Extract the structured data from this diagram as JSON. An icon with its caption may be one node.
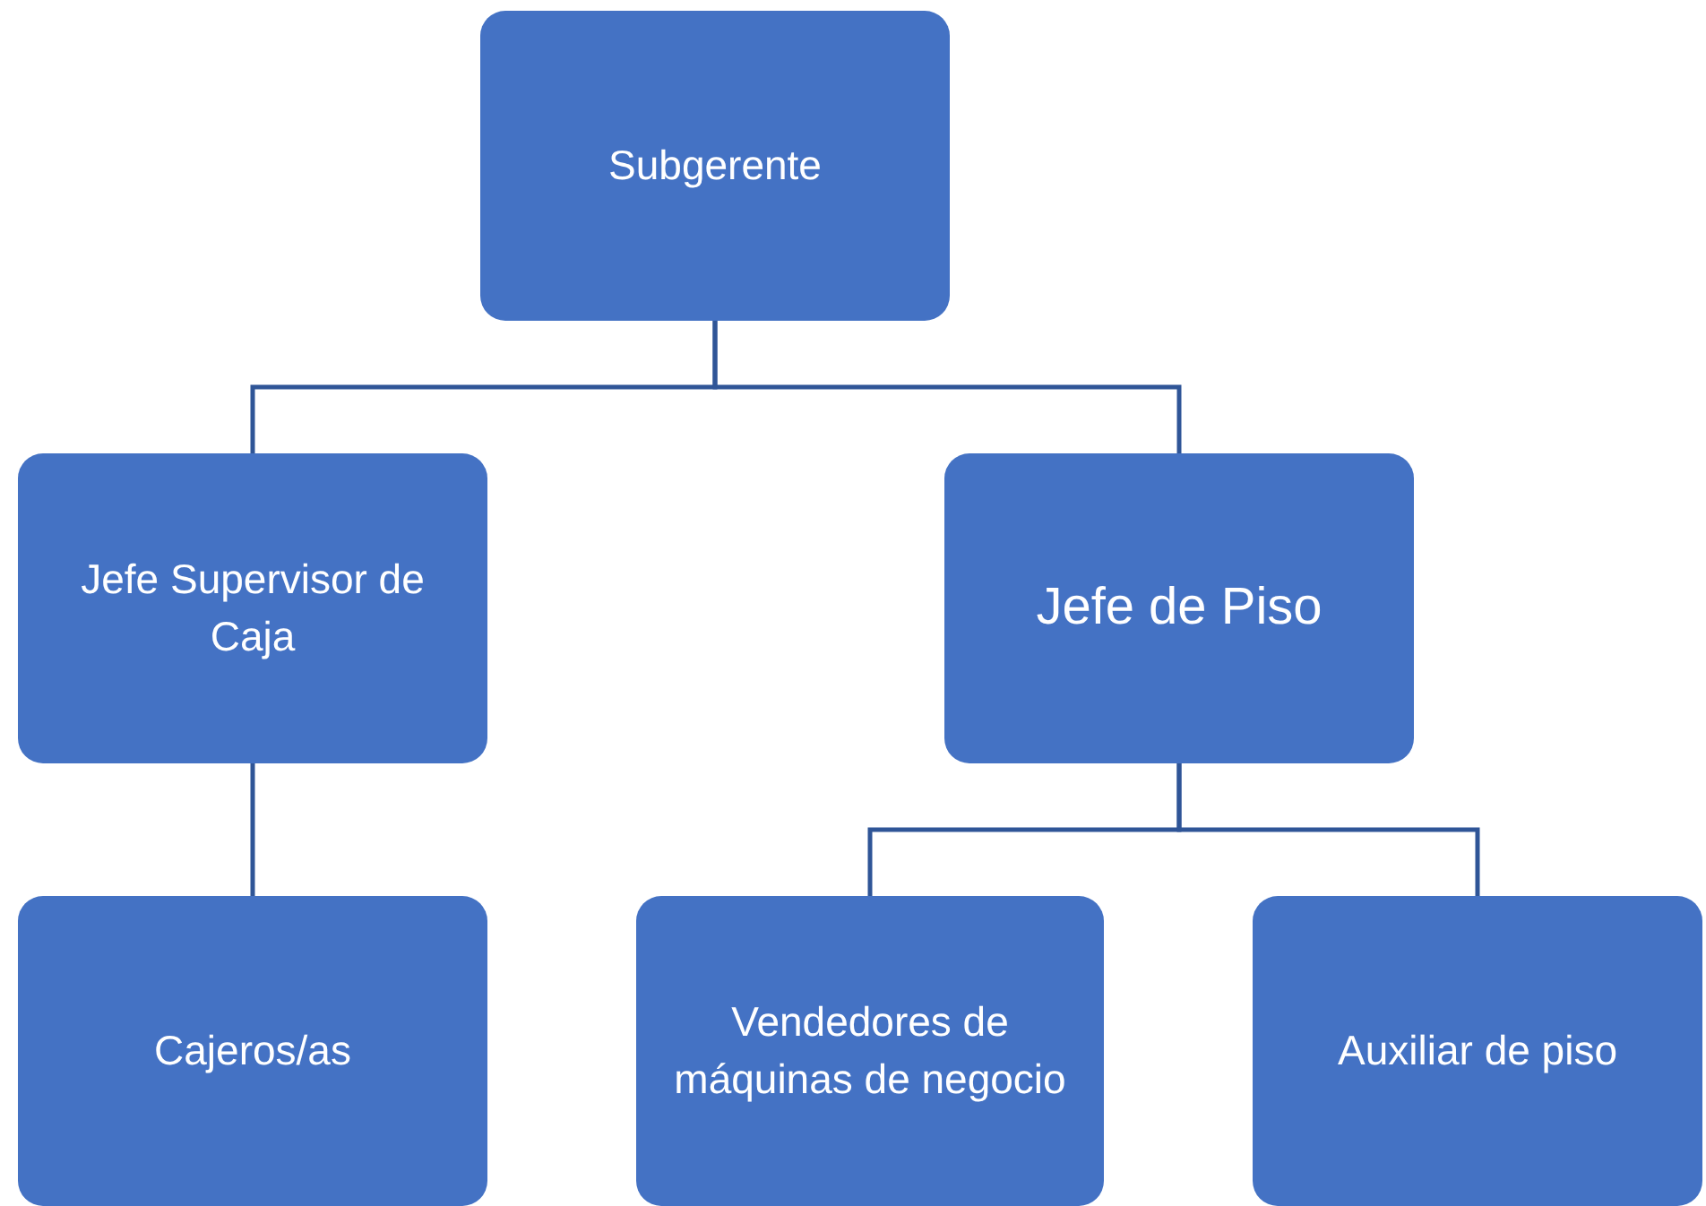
{
  "diagram": {
    "nodes": [
      {
        "text": [
          "Subgerente"
        ]
      },
      {
        "text": [
          "Jefe Supervisor de Caja"
        ]
      },
      {
        "text": [
          "Jefe de Piso"
        ]
      },
      {
        "text": [
          "Cajeros/as"
        ]
      },
      {
        "text": [
          "Vendedores de máquinas de negocio"
        ]
      },
      {
        "text": [
          "Auxiliar de piso"
        ]
      }
    ],
    "edges": [
      {
        "from": 0,
        "to": 1,
        "arrow": "none"
      },
      {
        "from": 0,
        "to": 2,
        "arrow": "none"
      },
      {
        "from": 1,
        "to": 3,
        "arrow": "none"
      },
      {
        "from": 2,
        "to": 4,
        "arrow": "none"
      },
      {
        "from": 2,
        "to": 5,
        "arrow": "none"
      }
    ]
  }
}
